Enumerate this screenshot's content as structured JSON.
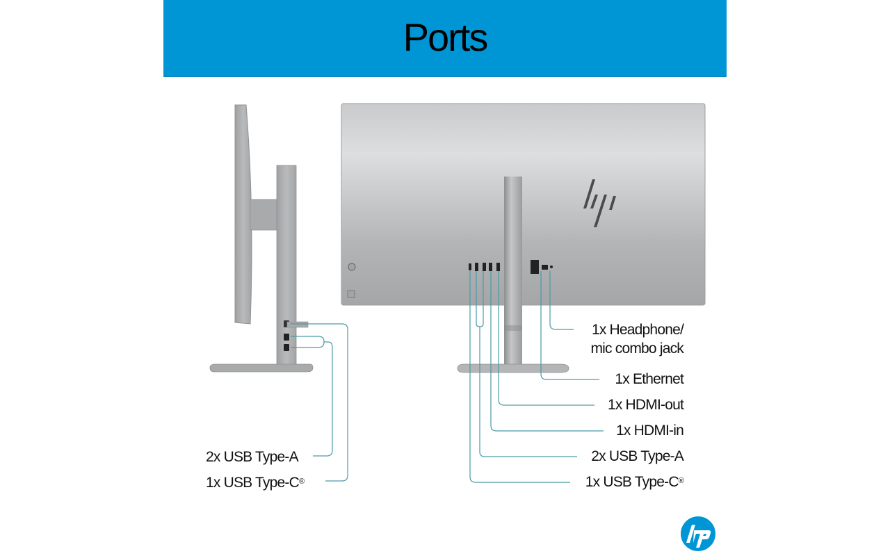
{
  "banner": {
    "title": "Ports",
    "color": "#0096d6"
  },
  "side_view": {
    "labels": [
      {
        "text": "2x USB Type-A",
        "sup": ""
      },
      {
        "text": "1x USB Type-C",
        "sup": "®"
      }
    ]
  },
  "back_view": {
    "labels": [
      {
        "text": "1x Headphone/",
        "sup": ""
      },
      {
        "text": "mic combo jack",
        "sup": ""
      },
      {
        "text": "1x Ethernet",
        "sup": ""
      },
      {
        "text": "1x HDMI-out",
        "sup": ""
      },
      {
        "text": "1x HDMI-in",
        "sup": ""
      },
      {
        "text": "2x USB Type-A",
        "sup": ""
      },
      {
        "text": "1x USB Type-C",
        "sup": "®"
      }
    ]
  },
  "colors": {
    "callout_line": "#4a9aa8",
    "monitor_silver": "#b8b9bb",
    "brand_blue": "#0096d6"
  },
  "logo": {
    "brand": "hp"
  }
}
